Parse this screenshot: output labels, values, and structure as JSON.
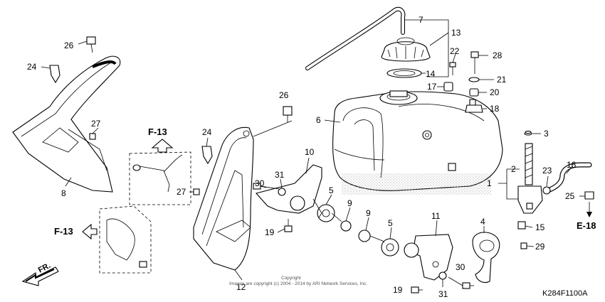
{
  "callouts": {
    "c7": "7",
    "c13": "13",
    "c14": "14",
    "c22": "22",
    "c28": "28",
    "c21": "21",
    "c17": "17",
    "c20": "20",
    "c18": "18",
    "c6": "6",
    "c3": "3",
    "c2": "2",
    "c1": "1",
    "c16": "16",
    "c23": "23",
    "c25": "25",
    "c15": "15",
    "c29": "29",
    "c4": "4",
    "c11": "11",
    "c5a": "5",
    "c5b": "5",
    "c9a": "9",
    "c9b": "9",
    "c10": "10",
    "c30a": "30",
    "c30b": "30",
    "c31a": "31",
    "c31b": "31",
    "c19a": "19",
    "c19b": "19",
    "c12": "12",
    "c26a": "26",
    "c26b": "26",
    "c24a": "24",
    "c24b": "24",
    "c27a": "27",
    "c27b": "27",
    "c8": "8"
  },
  "references": {
    "f13_upper": "F-13",
    "f13_lower": "F-13",
    "e18": "E-18",
    "front": "FR."
  },
  "footer": {
    "copyright_line1": "Copyright",
    "copyright_line2": "Images are copyright (c) 2004 - 2014 by ARI Network Services, Inc.",
    "diagram_code": "K284F1100A"
  }
}
